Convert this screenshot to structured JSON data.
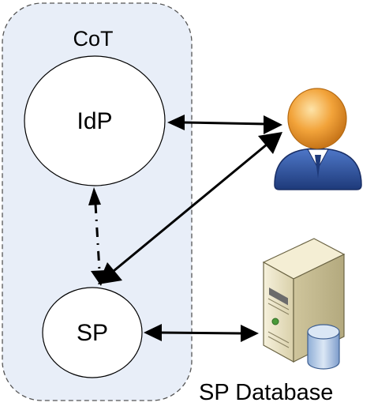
{
  "diagram": {
    "group_label": "CoT",
    "nodes": {
      "idp": "IdP",
      "sp": "SP"
    },
    "database_label": "SP Database",
    "icons": {
      "user": "user-icon",
      "server": "server-icon",
      "database": "database-icon"
    },
    "colors": {
      "group_fill": "#e8eef8",
      "group_border": "#555555",
      "user_head": "#f2a33a",
      "user_body": "#2c4f9e",
      "server_body": "#ede6c8",
      "database_cylinder": "#b8cce4"
    }
  }
}
